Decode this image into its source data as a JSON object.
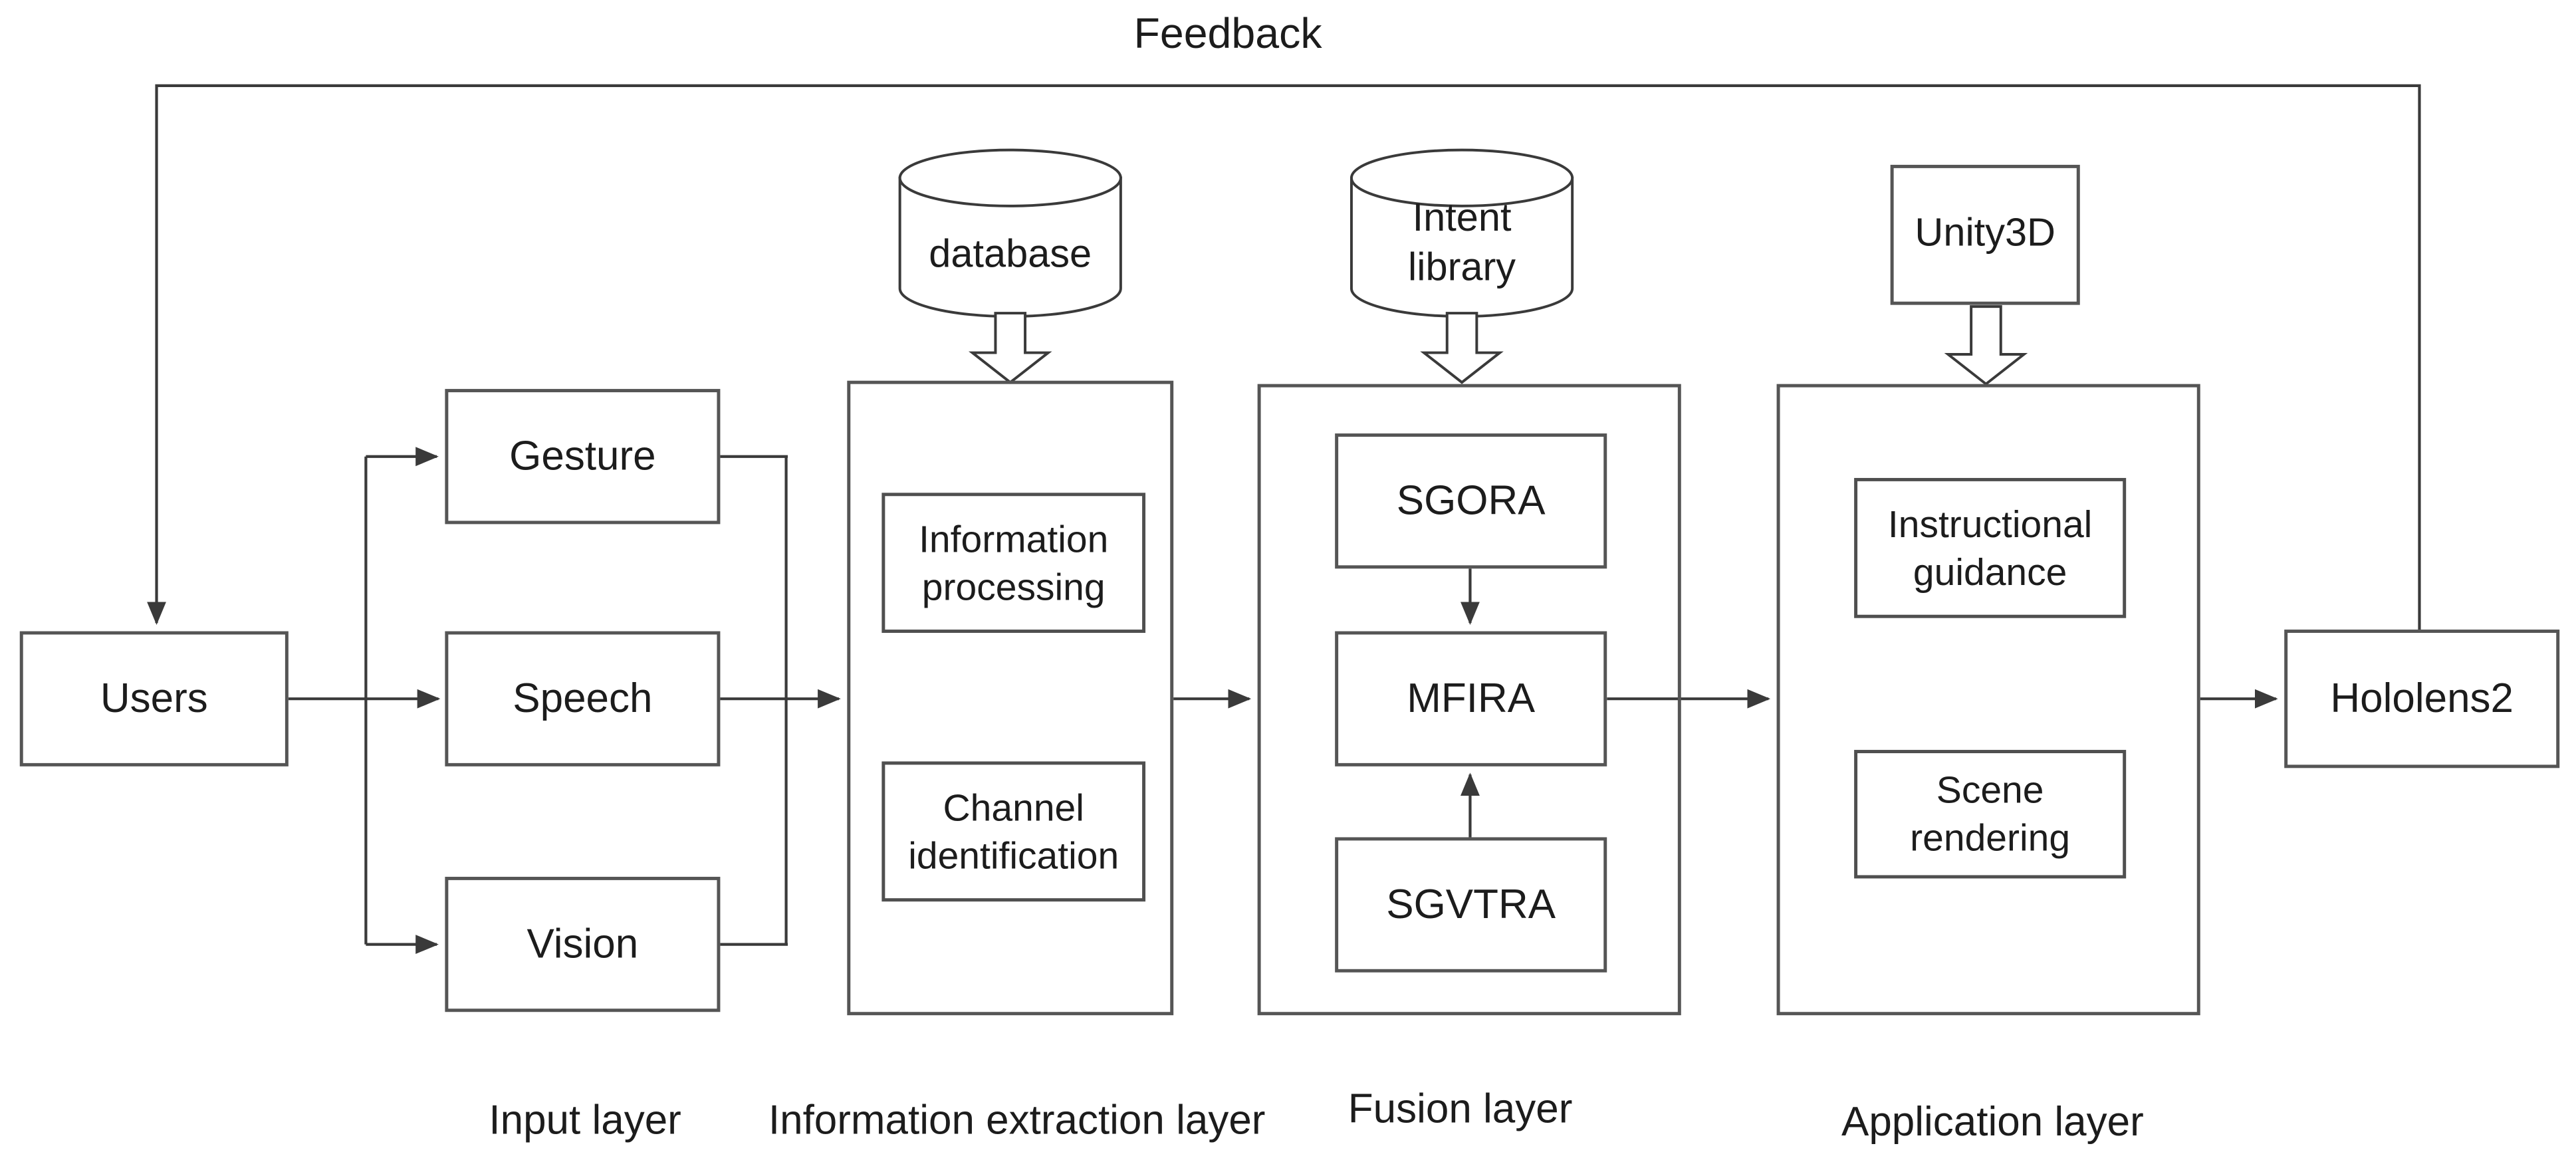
{
  "feedback_label": "Feedback",
  "users_label": "Users",
  "output_label": "Hololens2",
  "input_layer": {
    "label": "Input layer",
    "gesture": "Gesture",
    "speech": "Speech",
    "vision": "Vision"
  },
  "extraction_layer": {
    "label": "Information extraction layer",
    "database": "database",
    "information_processing": "Information processing",
    "channel_identification": "Channel identification"
  },
  "fusion_layer": {
    "label": "Fusion layer",
    "intent_library": "Intent library",
    "sgora": "SGORA",
    "mfira": "MFIRA",
    "sgvtra": "SGVTRA"
  },
  "application_layer": {
    "label": "Application layer",
    "unity3d": "Unity3D",
    "instructional_guidance": "Instructional guidance",
    "scene_rendering": "Scene rendering"
  },
  "colors": {
    "background": "#ffffff",
    "line": "#3a3a3a",
    "box_border": "#555555",
    "text": "#1c1c1c"
  }
}
